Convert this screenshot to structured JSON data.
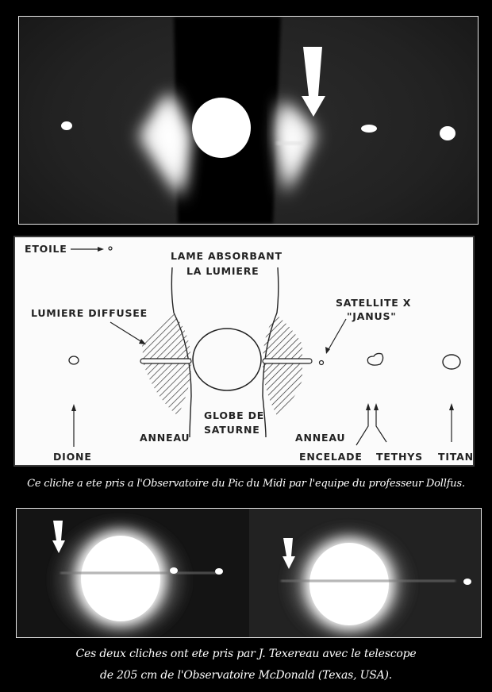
{
  "top_photo": {
    "description": "Photographie de Saturne avec anneaux de lumiere diffusee et satellites",
    "arrow_icon": "down-arrow-icon"
  },
  "diagram": {
    "labels": {
      "etoile": "ETOILE",
      "lame_line1": "LAME ABSORBANT",
      "lame_line2": "LA LUMIERE",
      "lumiere_diffusee": "LUMIERE DIFFUSEE",
      "satellite_line1": "SATELLITE X",
      "satellite_line2": "\"JANUS\"",
      "globe_line1": "GLOBE DE",
      "globe_line2": "SATURNE",
      "anneau_left": "ANNEAU",
      "anneau_right": "ANNEAU",
      "dione": "DIONE",
      "encelade": "ENCELADE",
      "tethys": "TETHYS",
      "titan": "TITAN"
    }
  },
  "captions": {
    "caption_1": "Ce cliche a ete pris a l'Observatoire du Pic du Midi par l'equipe du professeur Dollfus.",
    "caption_2_line1": "Ces deux cliches ont ete pris par J. Texereau avec le telescope",
    "caption_2_line2": "de 205 cm de l'Observatoire McDonald (Texas, USA)."
  },
  "colors": {
    "background": "#000000",
    "photo_border": "#e8e8e8",
    "diagram_bg": "#fbfbfb",
    "ink": "#222222"
  }
}
